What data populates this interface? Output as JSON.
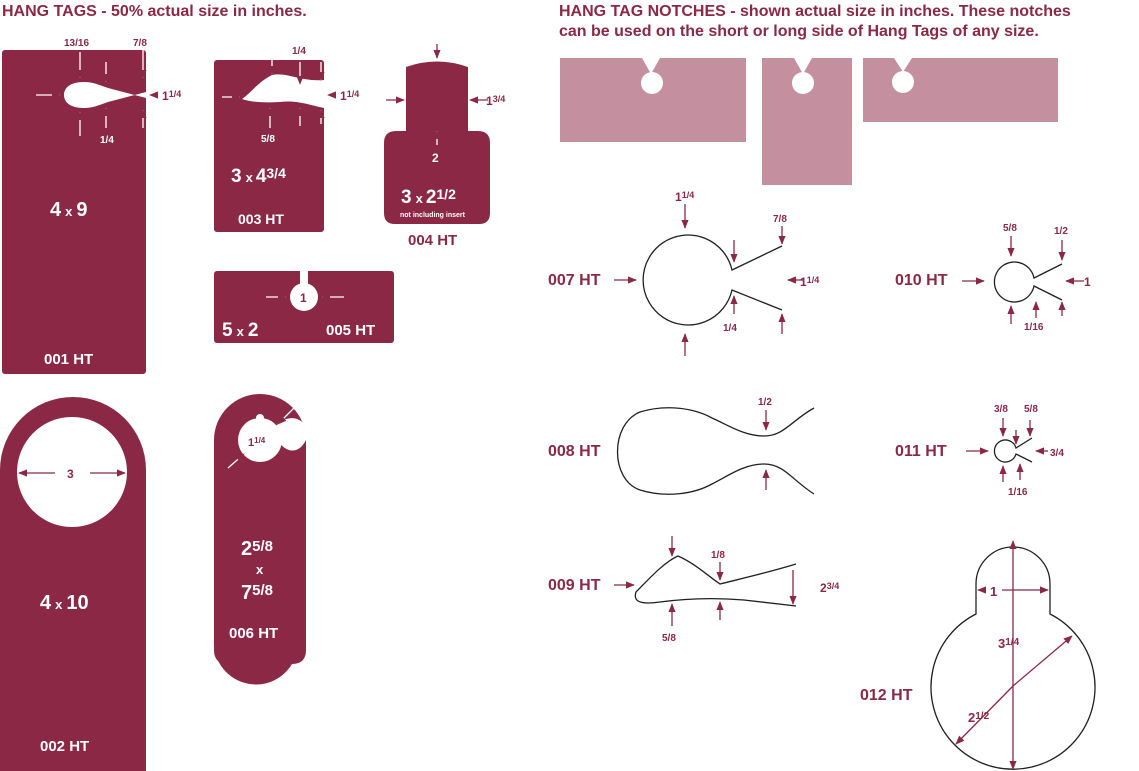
{
  "left_header": {
    "title": "HANG TAGS",
    "subtitle": " - 50% actual size in inches."
  },
  "right_header": {
    "title": "HANG TAG NOTCHES",
    "line1_rest": " - shown actual size in inches. These notches",
    "line2": "can be used on the short or long side of Hang Tags of any size."
  },
  "colors": {
    "maroon": "#8a2846",
    "pink": "#c4909f",
    "outline": "#231f20"
  },
  "tags": {
    "t001": {
      "size_a": "4",
      "x": "x",
      "size_b": "9",
      "code": "001 HT",
      "d_13_16": "13/16",
      "d_7_8": "7/8",
      "d_1_1_4": "1",
      "d_1_1_4_frac": "1/4",
      "d_1_4": "1/4"
    },
    "t002": {
      "size_a": "4",
      "x": "x",
      "size_b": "10",
      "code": "002 HT",
      "hole": "3"
    },
    "t003": {
      "size_a": "3",
      "x": "x",
      "size_b": "4",
      "size_b_frac": "3/4",
      "code": "003 HT",
      "d_1_4": "1/4",
      "d_5_8": "5/8",
      "d_1_1_4": "1",
      "d_1_1_4_frac": "1/4"
    },
    "t004": {
      "size_a": "3",
      "x": "x",
      "size_b": "2",
      "size_b_frac": "1/2",
      "code": "004 HT",
      "note": "not including insert",
      "d_2": "2",
      "d_1_3_4": "1",
      "d_1_3_4_frac": "3/4"
    },
    "t005": {
      "size_a": "5",
      "x": "x",
      "size_b": "2",
      "code": "005 HT",
      "hole": "1"
    },
    "t006": {
      "size_a": "2",
      "size_a_frac": "5/8",
      "x": "x",
      "size_b": "7",
      "size_b_frac": "5/8",
      "code": "006 HT",
      "hole": "1",
      "hole_frac": "1/4"
    }
  },
  "notches": {
    "n007": {
      "code": "007 HT",
      "top": "1",
      "top_frac": "1/4",
      "tr": "7/8",
      "right": "1",
      "right_frac": "1/4",
      "bottom": "1/4"
    },
    "n008": {
      "code": "008 HT",
      "top": "1/2"
    },
    "n009": {
      "code": "009 HT",
      "top": "1/8",
      "bottom": "5/8",
      "right": "2",
      "right_frac": "3/4"
    },
    "n010": {
      "code": "010 HT",
      "tl": "5/8",
      "tr": "1/2",
      "right": "1",
      "bottom": "1/16"
    },
    "n011": {
      "code": "011 HT",
      "tl": "3/8",
      "tr": "5/8",
      "right": "3/4",
      "bottom": "1/16"
    },
    "n012": {
      "code": "012 HT",
      "width": "1",
      "height": "3",
      "height_frac": "1/4",
      "diam": "2",
      "diam_frac": "1/2"
    }
  }
}
